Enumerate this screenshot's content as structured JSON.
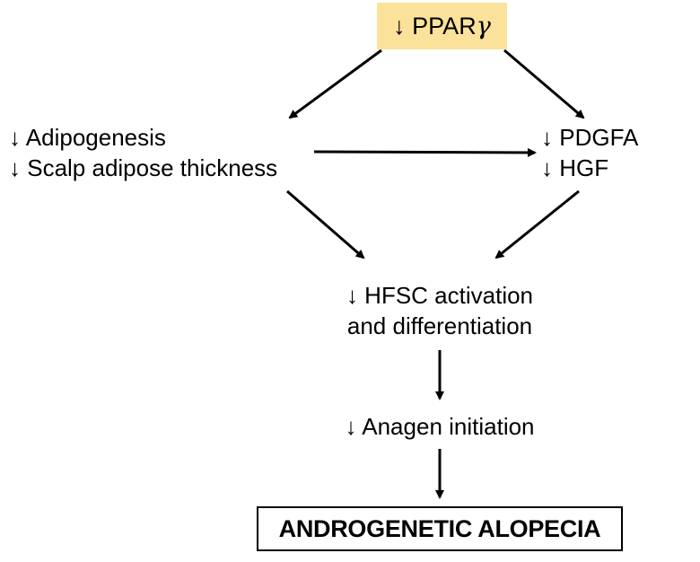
{
  "diagram": {
    "top_node": {
      "arrow": "↓",
      "label": "PPAR",
      "greek": "γ",
      "highlight_color": "#fbe29a"
    },
    "left_node": {
      "lines": [
        "↓ Adipogenesis",
        "↓ Scalp adipose thickness"
      ]
    },
    "right_node": {
      "lines": [
        "↓ PDGFA",
        "↓ HGF"
      ]
    },
    "middle_node": {
      "lines": [
        "↓ HFSC activation",
        "and differentiation"
      ]
    },
    "lower_node": {
      "lines": [
        "↓ Anagen initiation"
      ]
    },
    "outcome_node": {
      "label": "ANDROGENETIC ALOPECIA"
    },
    "edges": [
      {
        "from": "top_node",
        "to": "left_node"
      },
      {
        "from": "top_node",
        "to": "right_node"
      },
      {
        "from": "left_node",
        "to": "right_node"
      },
      {
        "from": "left_node",
        "to": "middle_node"
      },
      {
        "from": "right_node",
        "to": "middle_node"
      },
      {
        "from": "middle_node",
        "to": "lower_node"
      },
      {
        "from": "lower_node",
        "to": "outcome_node"
      }
    ]
  }
}
